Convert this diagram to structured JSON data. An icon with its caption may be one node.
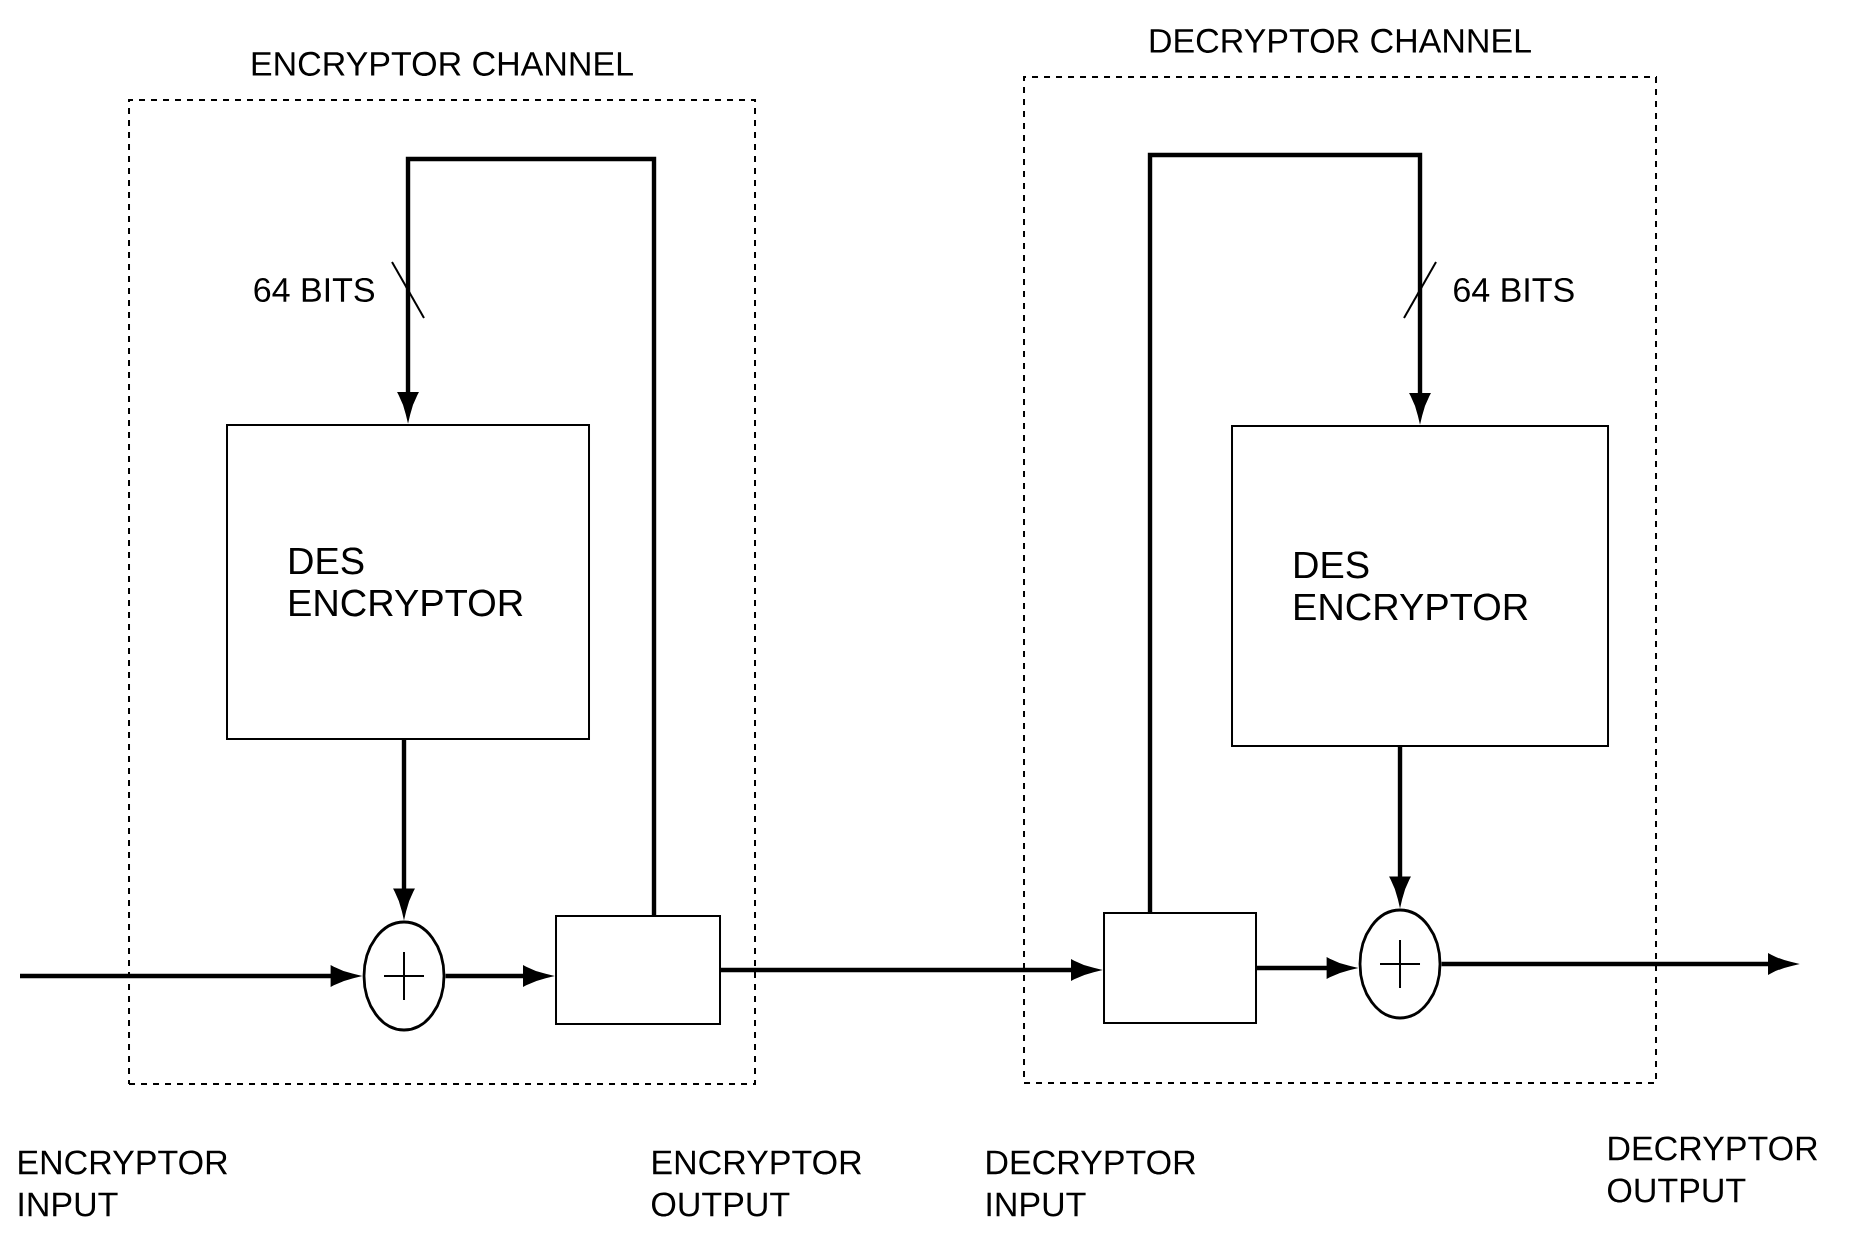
{
  "diagram": {
    "nodes": [
      {
        "text": [
          "ENCRYPTOR CHANNEL"
        ]
      },
      {
        "text": [
          "DES ENCRYPTOR"
        ],
        "in": 0
      },
      {
        "text": [],
        "shape": "circle",
        "in": 0
      },
      {
        "text": [],
        "shape": "box",
        "in": 0
      },
      {
        "text": [
          "DECRYPTOR CHANNEL"
        ]
      },
      {
        "text": [],
        "shape": "box",
        "in": 4
      },
      {
        "text": [
          "DES ENCRYPTOR"
        ],
        "in": 4
      },
      {
        "text": [],
        "shape": "circle",
        "in": 4
      }
    ],
    "edges": [
      {
        "from": null,
        "to": 2,
        "arrow": "to"
      },
      {
        "from": 1,
        "to": 2,
        "arrow": "to"
      },
      {
        "from": 2,
        "to": 3,
        "arrow": "to"
      },
      {
        "from": 3,
        "to": 1,
        "arrow": "to",
        "label": "64 BITS"
      },
      {
        "from": 3,
        "to": 5,
        "arrow": "to"
      },
      {
        "from": 5,
        "to": 6,
        "arrow": "to",
        "label": "64 BITS"
      },
      {
        "from": 5,
        "to": 7,
        "arrow": "to"
      },
      {
        "from": 6,
        "to": 7,
        "arrow": "to"
      },
      {
        "from": 7,
        "to": null,
        "arrow": "to"
      }
    ],
    "labels": [
      "ENCRYPTOR INPUT",
      "ENCRYPTOR OUTPUT",
      "DECRYPTOR INPUT",
      "DECRYPTOR OUTPUT"
    ]
  }
}
